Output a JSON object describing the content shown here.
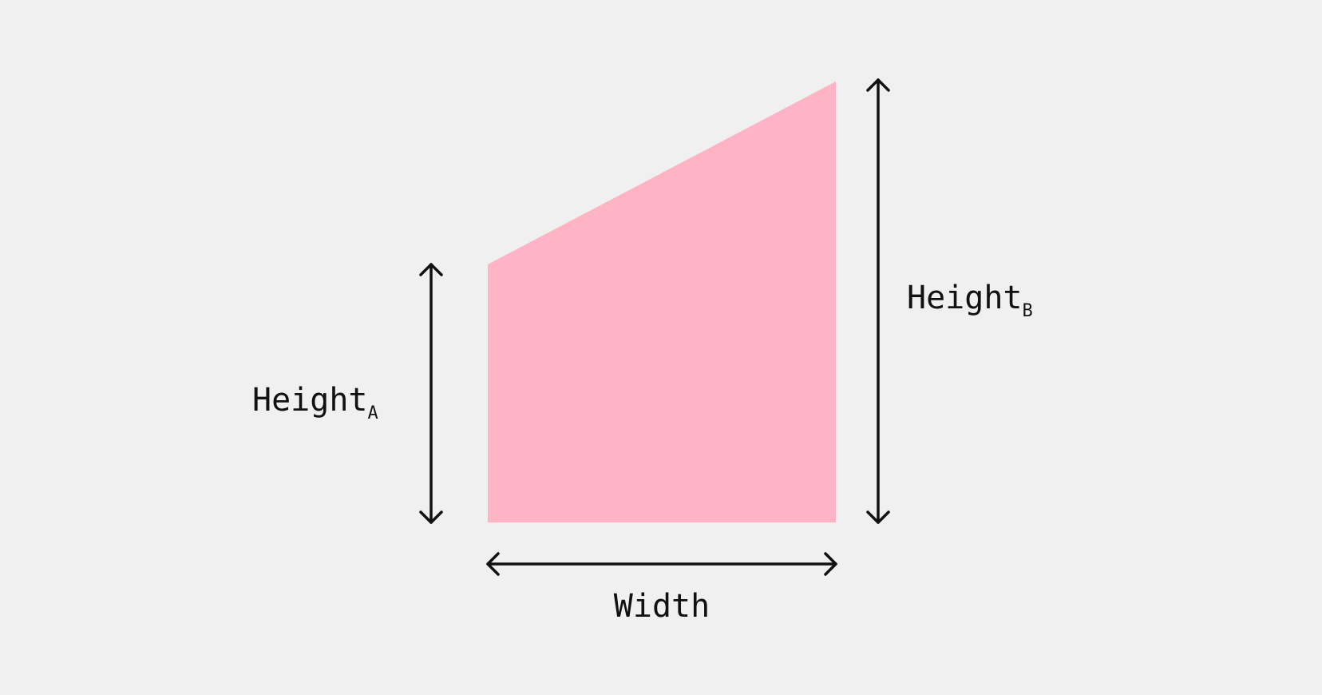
{
  "diagram": {
    "labels": {
      "height_a": {
        "main": "Height",
        "sub": "A"
      },
      "height_b": {
        "main": "Height",
        "sub": "B"
      },
      "width": "Width"
    },
    "colors": {
      "background": "#f0f0f0",
      "shape_fill": "#ffb3c4",
      "stroke": "#111111"
    }
  }
}
